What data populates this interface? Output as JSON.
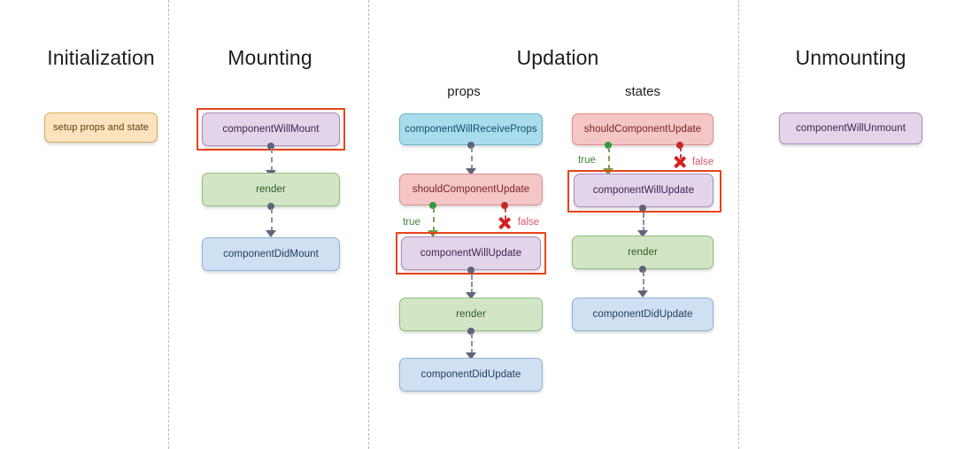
{
  "background_color": "#ffffff",
  "divider_color": "#b9b9b9",
  "highlight_color": "#e8421a",
  "phases": {
    "initialization": {
      "title": "Initialization"
    },
    "mounting": {
      "title": "Mounting"
    },
    "updation": {
      "title": "Updation",
      "sub_props": "props",
      "sub_states": "states"
    },
    "unmounting": {
      "title": "Unmounting"
    }
  },
  "nodes": {
    "setup_props_and_state": "setup props and state",
    "component_will_mount": "componentWillMount",
    "mount_render": "render",
    "component_did_mount": "componentDidMount",
    "component_will_receive_props": "componentWillReceiveProps",
    "props_should_component_update": "shouldComponentUpdate",
    "props_component_will_update": "componentWillUpdate",
    "props_render": "render",
    "props_component_did_update": "componentDidUpdate",
    "states_should_component_update": "shouldComponentUpdate",
    "states_component_will_update": "componentWillUpdate",
    "states_render": "render",
    "states_component_did_update": "componentDidUpdate",
    "component_will_unmount": "componentWillUnmount"
  },
  "branches": {
    "props_true": "true",
    "props_false": "false",
    "states_true": "true",
    "states_false": "false"
  },
  "colors": {
    "purple": "#e2d5ea",
    "green": "#d2e6c6",
    "blue": "#cfe0f2",
    "cyan": "#a9dcec",
    "pink": "#f5c6c6",
    "tan": "#fae3bd",
    "true_label": "#3f8a33",
    "false_label": "#d9566b"
  }
}
